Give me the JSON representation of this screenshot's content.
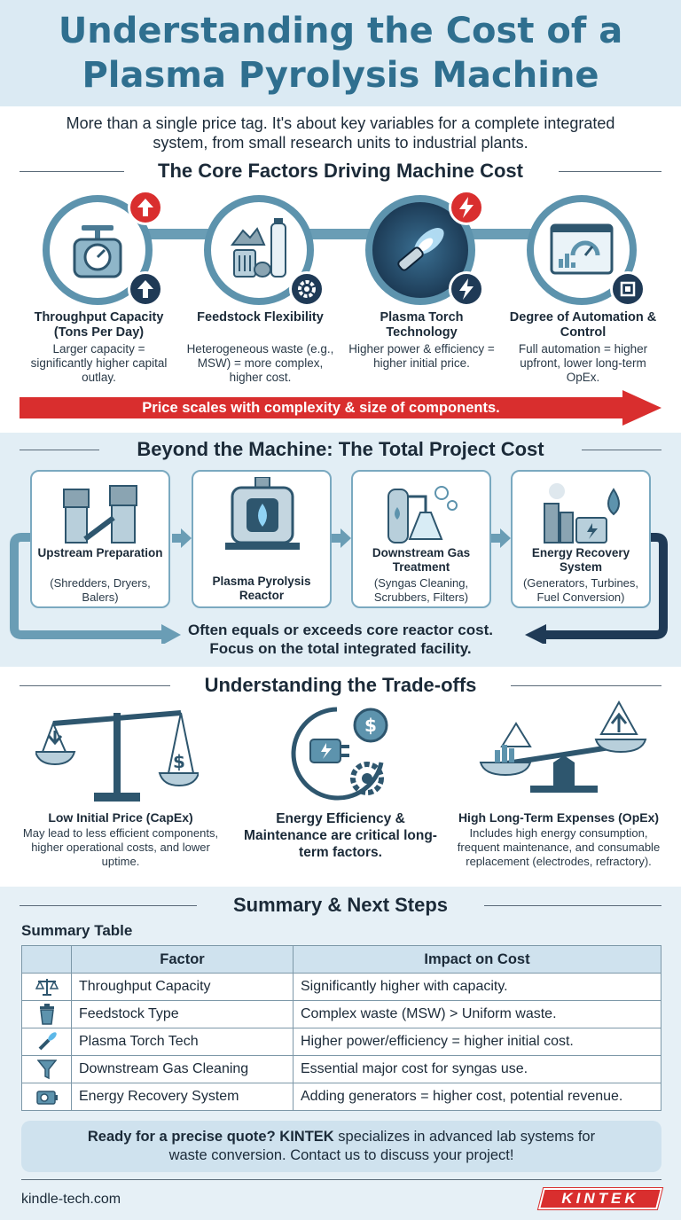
{
  "title_line1": "Understanding the Cost of a",
  "title_line2": "Plasma Pyrolysis Machine",
  "intro": "More than a single price tag. It's about key variables for a complete integrated system, from small research units to industrial plants.",
  "core": {
    "heading": "The Core Factors Driving Machine Cost",
    "factors": [
      {
        "label": "Throughput Capacity (Tons Per Day)",
        "desc": "Larger capacity = significantly higher capital outlay.",
        "icon": "scale-icon"
      },
      {
        "label": "Feedstock Flexibility",
        "desc": "Heterogeneous waste (e.g., MSW) = more complex, higher cost.",
        "icon": "waste-icon"
      },
      {
        "label": "Plasma Torch Technology",
        "desc": "Higher power & efficiency = higher initial price.",
        "icon": "torch-icon"
      },
      {
        "label": "Degree of Automation & Control",
        "desc": "Full automation = higher upfront, lower long-term OpEx.",
        "icon": "dashboard-icon"
      }
    ],
    "arrow_text": "Price scales with complexity & size of components."
  },
  "beyond": {
    "heading": "Beyond the Machine: The Total Project Cost",
    "stages": [
      {
        "label": "Upstream Preparation",
        "desc": "(Shredders, Dryers, Balers)"
      },
      {
        "label": "Plasma Pyrolysis Reactor",
        "desc": ""
      },
      {
        "label": "Downstream Gas Treatment",
        "desc": "(Syngas Cleaning, Scrubbers, Filters)"
      },
      {
        "label": "Energy Recovery System",
        "desc": "(Generators, Turbines, Fuel Conversion)"
      }
    ],
    "note_line1": "Often equals or exceeds core reactor cost.",
    "note_line2": "Focus on the total integrated facility."
  },
  "tradeoffs": {
    "heading": "Understanding the Trade-offs",
    "items": [
      {
        "label": "Low Initial Price (CapEx)",
        "desc": "May lead to less efficient components, higher operational costs, and lower uptime."
      },
      {
        "label": "Energy Efficiency & Maintenance are critical long-term factors.",
        "desc": ""
      },
      {
        "label": "High Long-Term Expenses (OpEx)",
        "desc": "Includes high energy consumption, frequent maintenance, and consumable replacement (electrodes, refractory)."
      }
    ]
  },
  "summary": {
    "heading": "Summary & Next Steps",
    "table_title": "Summary Table",
    "col_factor": "Factor",
    "col_impact": "Impact on Cost",
    "rows": [
      {
        "icon": "scale-icon",
        "factor": "Throughput Capacity",
        "impact": "Significantly higher with capacity."
      },
      {
        "icon": "trash-icon",
        "factor": "Feedstock Type",
        "impact": "Complex waste (MSW) > Uniform waste."
      },
      {
        "icon": "torch-icon",
        "factor": "Plasma Torch Tech",
        "impact": "Higher power/efficiency = higher initial cost."
      },
      {
        "icon": "funnel-icon",
        "factor": "Downstream Gas Cleaning",
        "impact": "Essential major cost for syngas use."
      },
      {
        "icon": "generator-icon",
        "factor": "Energy Recovery System",
        "impact": "Adding generators = higher cost, potential revenue."
      }
    ]
  },
  "cta": {
    "lead": "Ready for a precise quote?",
    "brand": "KINTEK",
    "line1_rest": "specializes in advanced lab systems for",
    "line2": "waste conversion. Contact us to discuss your project!"
  },
  "footer": {
    "url": "kindle-tech.com",
    "logo": "KINTEK"
  },
  "colors": {
    "accent": "#2f6f8f",
    "red": "#d92e2e",
    "navy": "#1f3a56",
    "teal": "#5d93ad"
  }
}
